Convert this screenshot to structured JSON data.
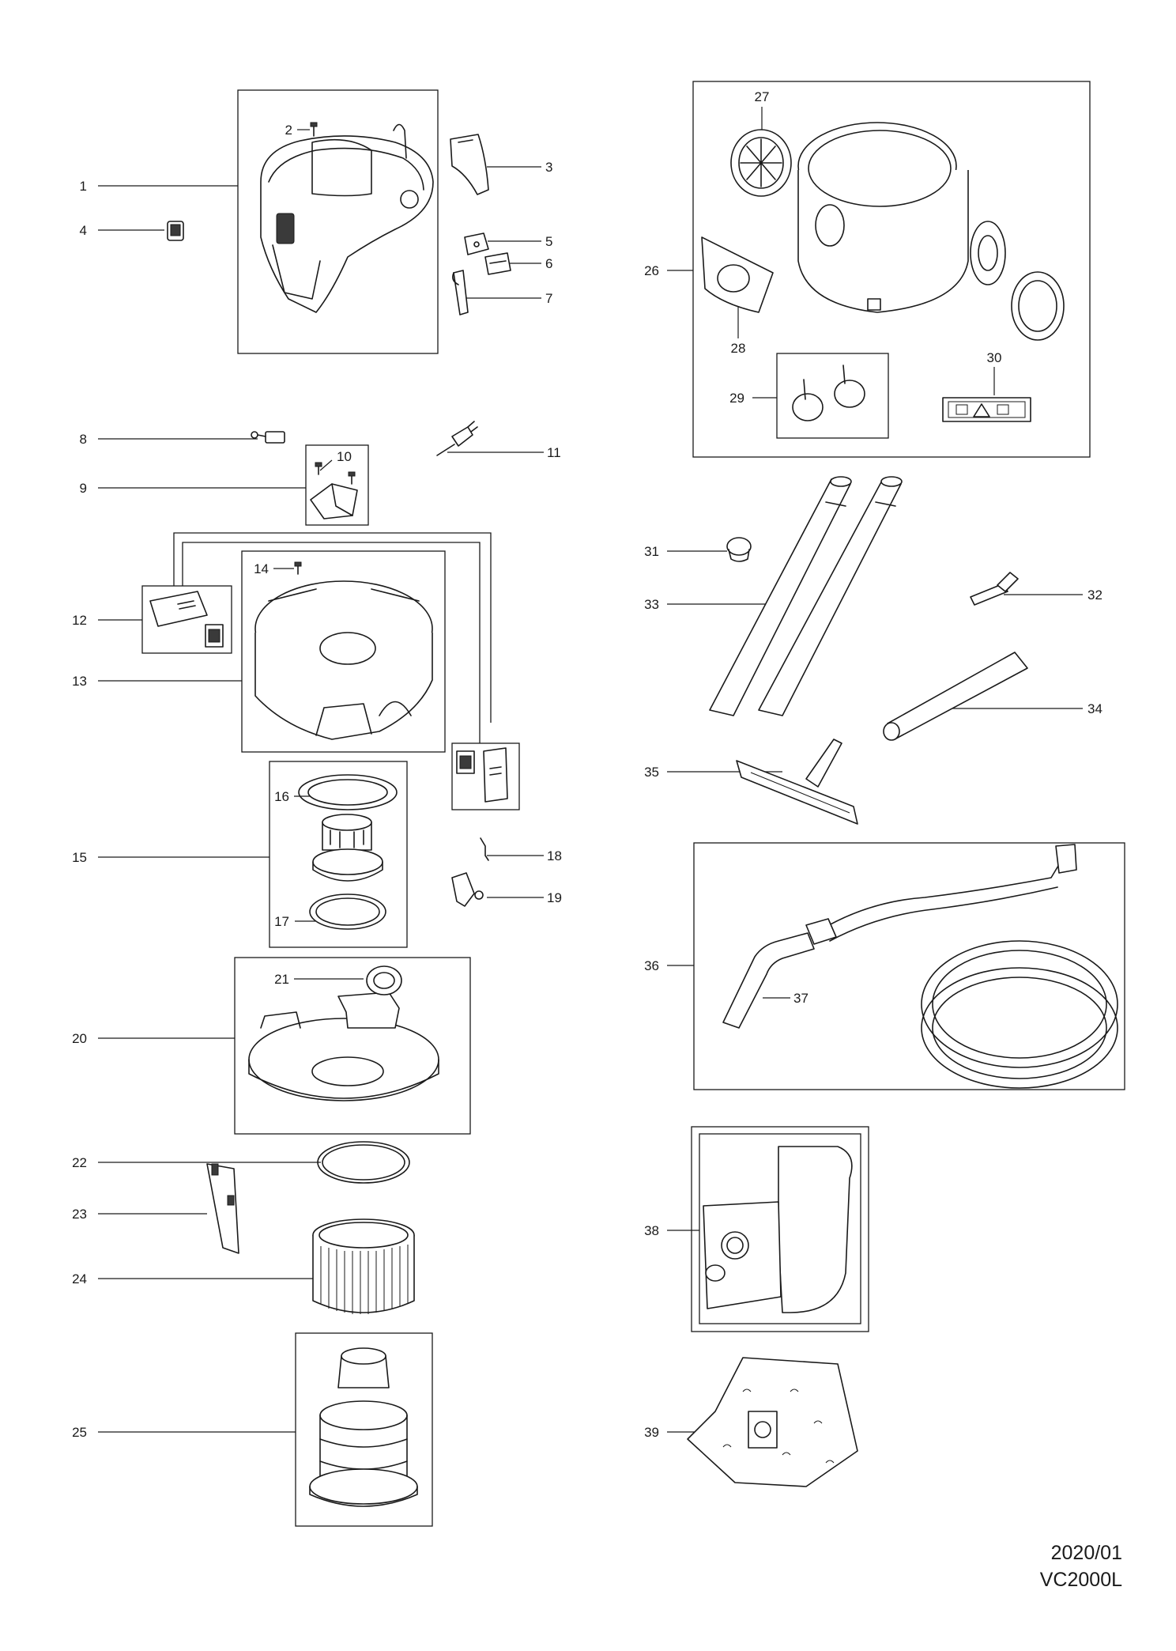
{
  "callouts": {
    "p1": "1",
    "p2": "2",
    "p3": "3",
    "p4": "4",
    "p5": "5",
    "p6": "6",
    "p7": "7",
    "p8": "8",
    "p9": "9",
    "p10": "10",
    "p11": "11",
    "p12": "12",
    "p13": "13",
    "p14": "14",
    "p15": "15",
    "p16": "16",
    "p17": "17",
    "p18": "18",
    "p19": "19",
    "p20": "20",
    "p21": "21",
    "p22": "22",
    "p23": "23",
    "p24": "24",
    "p25": "25",
    "p26": "26",
    "p27": "27",
    "p28": "28",
    "p29": "29",
    "p30": "30",
    "p31": "31",
    "p32": "32",
    "p33": "33",
    "p34": "34",
    "p35": "35",
    "p36": "36",
    "p37": "37",
    "p38": "38",
    "p39": "39"
  },
  "footer": {
    "date": "2020/01",
    "model": "VC2000L"
  }
}
